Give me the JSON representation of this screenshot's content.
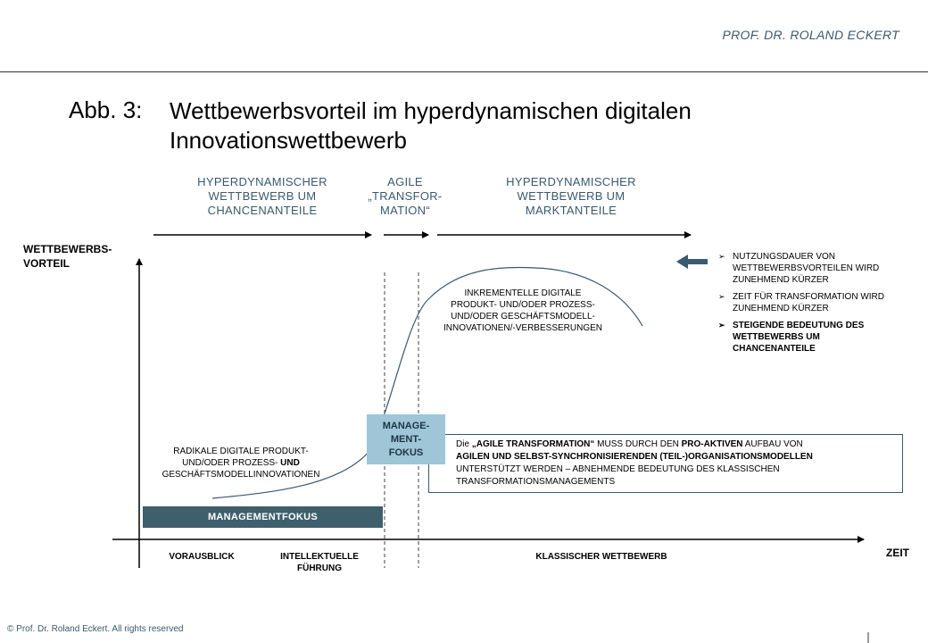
{
  "header": {
    "author": "PROF. DR. ROLAND ECKERT"
  },
  "title": {
    "label": "Abb. 3:",
    "line1": "Wettbewerbsvorteil im hyperdynamischen digitalen",
    "line2": "Innovationswettbewerb"
  },
  "phases": [
    {
      "lines": [
        "HYPERDYNAMISCHER",
        "WETTBEWERB UM",
        "CHANCENANTEILE"
      ]
    },
    {
      "lines": [
        "AGILE",
        "„TRANSFOR-",
        "MATION“"
      ]
    },
    {
      "lines": [
        "HYPERDYNAMISCHER",
        "WETTBEWERB UM",
        "MARKTANTEILE"
      ]
    }
  ],
  "axes": {
    "y_label_line1": "WETTBEWERBS-",
    "y_label_line2": "VORTEIL",
    "x_label": "ZEIT"
  },
  "curve_labels": {
    "incremental": [
      "INKREMENTELLE DIGITALE",
      "PRODUKT- UND/ODER PROZESS-",
      "UND/ODER GESCHÄFTSMODELL-",
      "INNOVATIONEN/-VERBESSERUNGEN"
    ],
    "radical_line1": "RADIKALE DIGITALE PRODUKT-",
    "radical_line2_a": "UND/ODER PROZESS- ",
    "radical_line2_b": "UND",
    "radical_line3": "GESCHÄFTSMODELLINNOVATIONEN"
  },
  "bullets": [
    {
      "text": "NUTZUNGSDAUER VON WETTBEWERBSVORTEILEN WIRD ZUNEHMEND KÜRZER",
      "bold": false
    },
    {
      "text": "ZEIT FÜR TRANSFORMATION WIRD ZUNEHMEND KÜRZER",
      "bold": false
    },
    {
      "text": "STEIGENDE BEDEUTUNG DES WETTBEWERBS UM CHANCENANTEILE",
      "bold": true
    }
  ],
  "management_focus": "MANAGEMENTFOKUS",
  "management_box": [
    "MANAGE-",
    "MENT-",
    "FOKUS"
  ],
  "agile_box": {
    "p1": "Die ",
    "p2": "„AGILE TRANSFORMATION“",
    "p3": " MUSS DURCH DEN ",
    "p4": "PRO-AKTIVEN",
    "p5": " AUFBAU VON",
    "p6": "AGILEN UND SELBST-SYNCHRONISIERENDEN (TEIL-)ORGANISATIONSMODELLEN",
    "p7": "UNTERSTÜTZT WERDEN – ABNEHMENDE BEDEUTUNG DES KLASSISCHEN",
    "p8": "TRANSFORMATIONSMANAGEMENTS"
  },
  "phase_bottom": {
    "vorausblick": "VORAUSBLICK",
    "fuehrung_line1": "INTELLEKTUELLE",
    "fuehrung_line2": "FÜHRUNG",
    "klassisch": "KLASSISCHER WETTBEWERB"
  },
  "footer": "© Prof. Dr. Roland Eckert. All rights reserved",
  "colors": {
    "accent": "#3a5a6e",
    "bar": "#3f5f6c",
    "box": "#9ec6d6",
    "curve": "#3a5a6e"
  }
}
